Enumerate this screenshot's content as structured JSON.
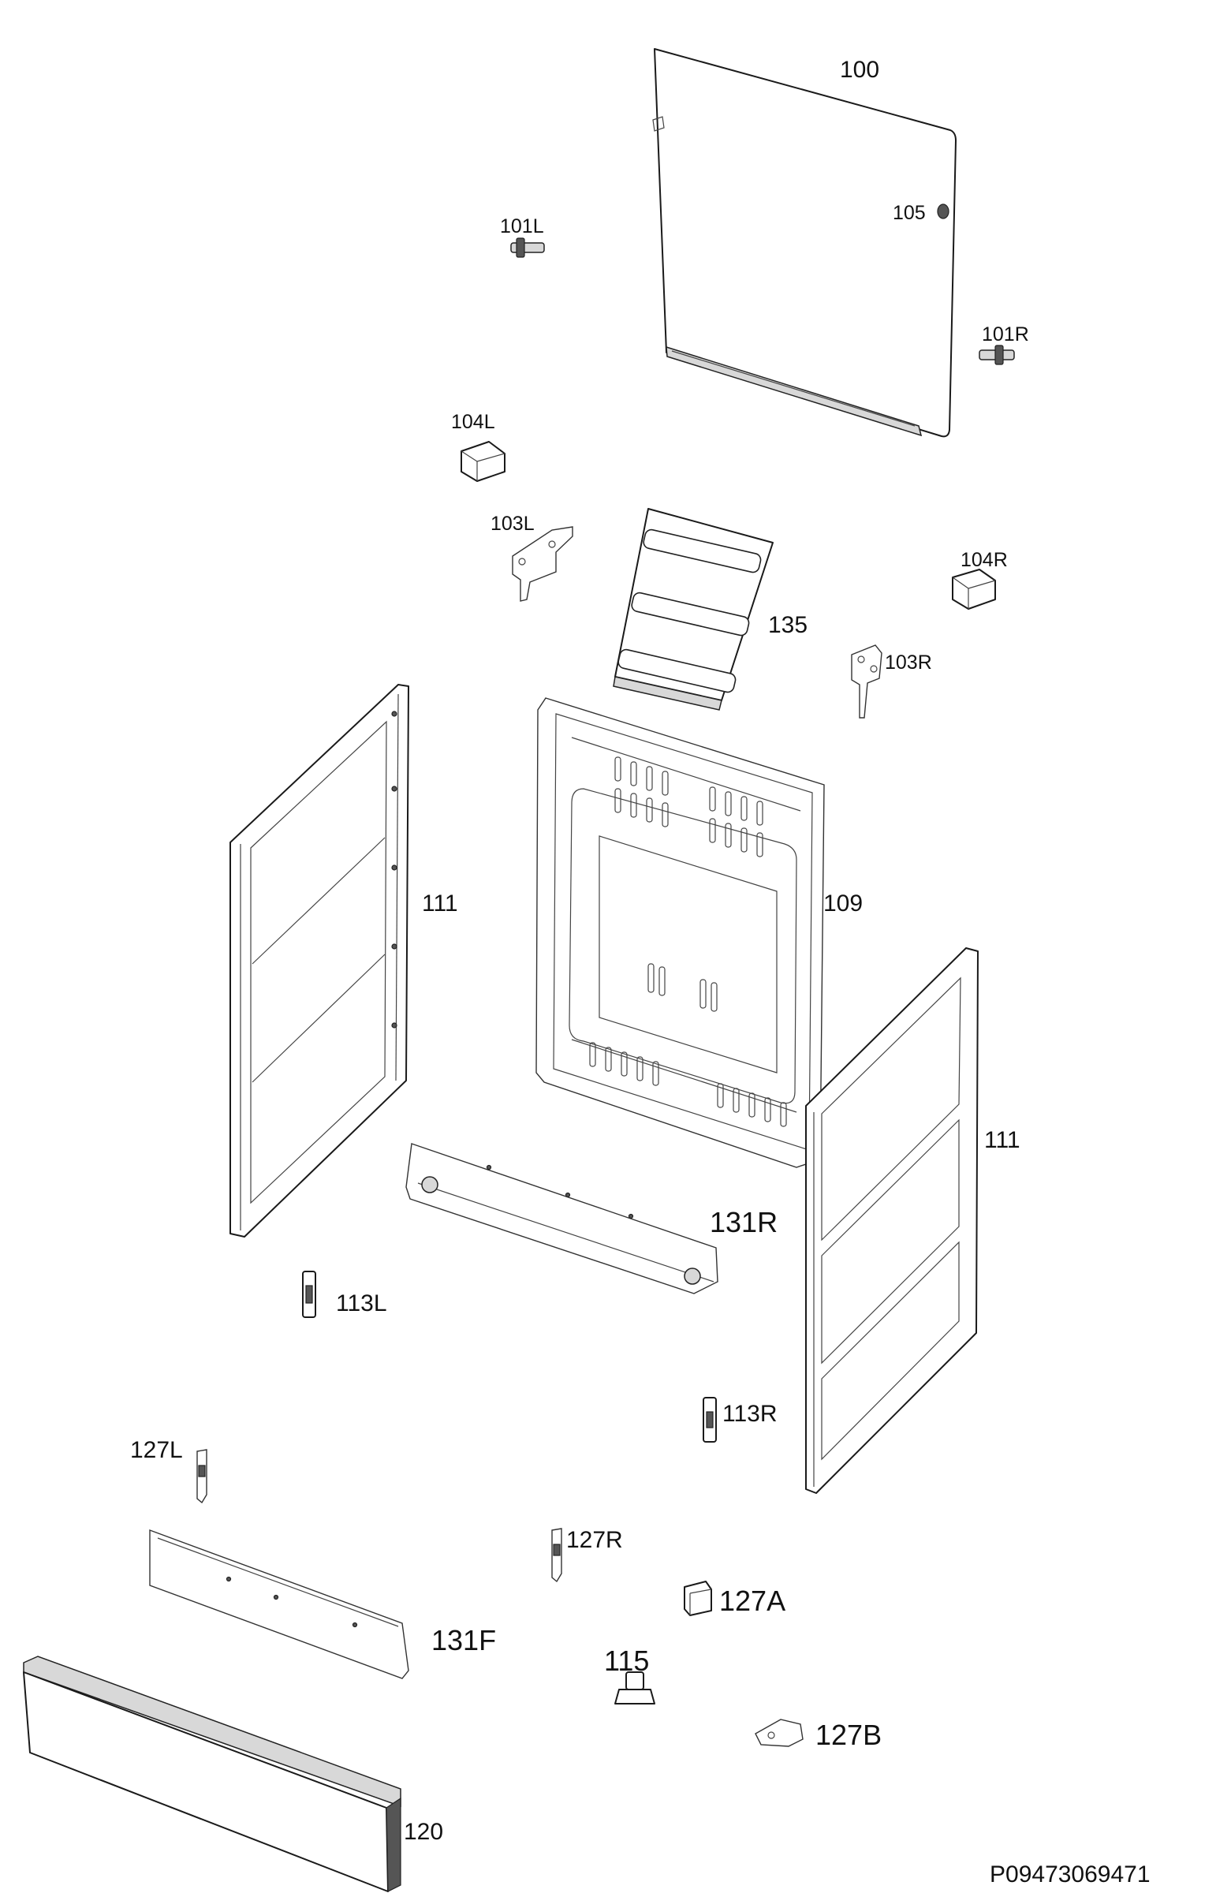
{
  "labels": {
    "p100": "100",
    "p101L": "101L",
    "p101R": "101R",
    "p103L": "103L",
    "p103R": "103R",
    "p104L": "104L",
    "p104R": "104R",
    "p105": "105",
    "p109": "109",
    "p111_left": "111",
    "p111_right": "111",
    "p113L": "113L",
    "p113R": "113R",
    "p115": "115",
    "p120": "120",
    "p127A": "127A",
    "p127B": "127B",
    "p127L": "127L",
    "p127R": "127R",
    "p131F": "131F",
    "p131R": "131R",
    "p135": "135"
  },
  "drawing_number": "P09473069471"
}
